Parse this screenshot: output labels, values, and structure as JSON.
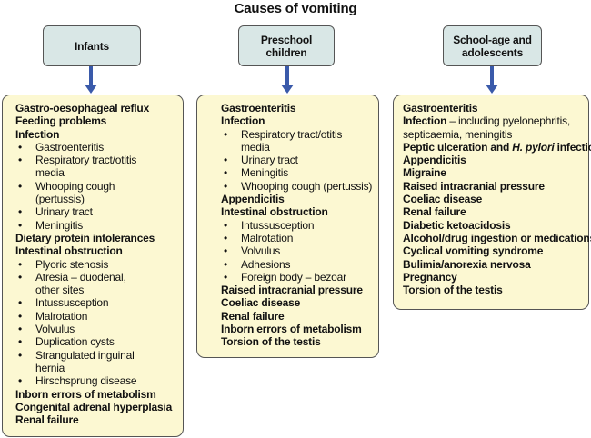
{
  "title": "Causes of vomiting",
  "colors": {
    "header_fill": "#d9e7e6",
    "box_fill": "#fcf8d2",
    "arrow": "#3a5aaa",
    "border": "#555555"
  },
  "columns": [
    {
      "header": [
        "Infants"
      ],
      "items": [
        {
          "type": "bold",
          "text": "Gastro-oesophageal reflux"
        },
        {
          "type": "bold",
          "text": "Feeding problems"
        },
        {
          "type": "bold",
          "text": "Infection"
        },
        {
          "type": "bullet",
          "text": "Gastroenteritis"
        },
        {
          "type": "bullet",
          "text": "Respiratory tract/otitis"
        },
        {
          "type": "cont",
          "text": "media"
        },
        {
          "type": "bullet",
          "text": "Whooping cough"
        },
        {
          "type": "cont",
          "text": "(pertussis)"
        },
        {
          "type": "bullet",
          "text": "Urinary tract"
        },
        {
          "type": "bullet",
          "text": "Meningitis"
        },
        {
          "type": "bold",
          "text": "Dietary protein intolerances"
        },
        {
          "type": "bold",
          "text": "Intestinal obstruction"
        },
        {
          "type": "bullet",
          "text": "Plyoric stenosis"
        },
        {
          "type": "bullet",
          "text": "Atresia – duodenal,"
        },
        {
          "type": "cont",
          "text": "other sites"
        },
        {
          "type": "bullet",
          "text": "Intussusception"
        },
        {
          "type": "bullet",
          "text": "Malrotation"
        },
        {
          "type": "bullet",
          "text": "Volvulus"
        },
        {
          "type": "bullet",
          "text": "Duplication cysts"
        },
        {
          "type": "bullet",
          "text": "Strangulated inguinal"
        },
        {
          "type": "cont",
          "text": "hernia"
        },
        {
          "type": "bullet",
          "text": "Hirschsprung disease"
        },
        {
          "type": "bold",
          "text": "Inborn errors of metabolism"
        },
        {
          "type": "bold",
          "text": "Congenital adrenal hyperplasia"
        },
        {
          "type": "bold",
          "text": "Renal failure"
        }
      ]
    },
    {
      "header": [
        "Preschool",
        "children"
      ],
      "items": [
        {
          "type": "bold",
          "text": "Gastroenteritis"
        },
        {
          "type": "bold",
          "text": "Infection"
        },
        {
          "type": "bullet",
          "text": "Respiratory tract/otitis"
        },
        {
          "type": "cont",
          "text": "media"
        },
        {
          "type": "bullet",
          "text": "Urinary tract"
        },
        {
          "type": "bullet",
          "text": "Meningitis"
        },
        {
          "type": "bullet",
          "text": "Whooping cough (pertussis)"
        },
        {
          "type": "bold",
          "text": "Appendicitis"
        },
        {
          "type": "bold",
          "text": "Intestinal obstruction"
        },
        {
          "type": "bullet",
          "text": "Intussusception"
        },
        {
          "type": "bullet",
          "text": "Malrotation"
        },
        {
          "type": "bullet",
          "text": "Volvulus"
        },
        {
          "type": "bullet",
          "text": "Adhesions"
        },
        {
          "type": "bullet",
          "text": "Foreign body – bezoar"
        },
        {
          "type": "bold",
          "text": "Raised intracranial pressure"
        },
        {
          "type": "bold",
          "text": "Coeliac disease"
        },
        {
          "type": "bold",
          "text": "Renal failure"
        },
        {
          "type": "bold",
          "text": "Inborn errors of metabolism"
        },
        {
          "type": "bold",
          "text": "Torsion of the testis"
        }
      ]
    },
    {
      "header": [
        "School-age and",
        "adolescents"
      ],
      "items": [
        {
          "type": "bold",
          "text": "Gastroenteritis"
        },
        {
          "type": "mixed",
          "parts": [
            {
              "style": "bold",
              "text": "Infection"
            },
            {
              "style": "normal",
              "text": " – including pyelonephritis,"
            }
          ]
        },
        {
          "type": "normal",
          "text": "septicaemia, meningitis"
        },
        {
          "type": "mixed",
          "parts": [
            {
              "style": "bold",
              "text": "Peptic ulceration and "
            },
            {
              "style": "bold-italic",
              "text": "H. pylori"
            },
            {
              "style": "bold",
              "text": " infection"
            }
          ]
        },
        {
          "type": "bold",
          "text": "Appendicitis"
        },
        {
          "type": "bold",
          "text": "Migraine"
        },
        {
          "type": "bold",
          "text": "Raised intracranial pressure"
        },
        {
          "type": "bold",
          "text": "Coeliac disease"
        },
        {
          "type": "bold",
          "text": "Renal failure"
        },
        {
          "type": "bold",
          "text": "Diabetic ketoacidosis"
        },
        {
          "type": "bold",
          "text": "Alcohol/drug ingestion or medications"
        },
        {
          "type": "bold",
          "text": "Cyclical vomiting syndrome"
        },
        {
          "type": "bold",
          "text": "Bulimia/anorexia nervosa"
        },
        {
          "type": "bold",
          "text": "Pregnancy"
        },
        {
          "type": "bold",
          "text": "Torsion of the testis"
        }
      ]
    }
  ]
}
